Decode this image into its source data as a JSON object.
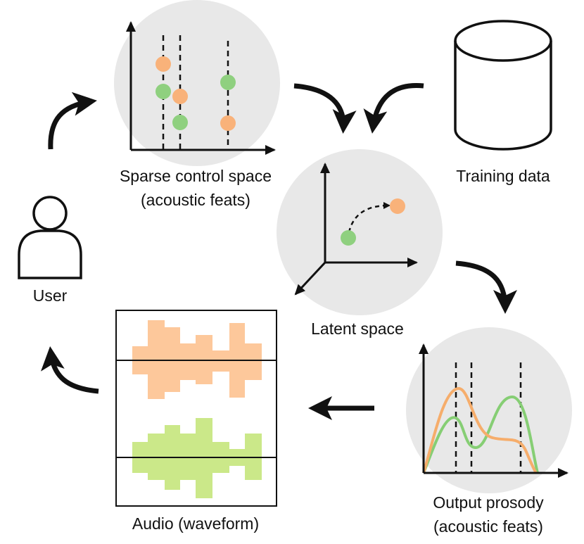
{
  "labels": {
    "sparse_line1": "Sparse control space",
    "sparse_line2": "(acoustic feats)",
    "training_data": "Training data",
    "user": "User",
    "latent_space": "Latent space",
    "audio": "Audio (waveform)",
    "output_line1": "Output prosody",
    "output_line2": "(acoustic feats)"
  },
  "colors": {
    "background_circle": "#e8e8e8",
    "orange": "#f9b27a",
    "green": "#8fd07f",
    "orange_curve": "#f6ad6b",
    "green_curve": "#86ce74",
    "waveform_orange": "#fdc89b",
    "waveform_green": "#cbe889",
    "ink": "#111111"
  },
  "icons": [
    "user-icon",
    "database-cylinder-icon",
    "curved-arrow-icon",
    "straight-arrow-icon"
  ]
}
